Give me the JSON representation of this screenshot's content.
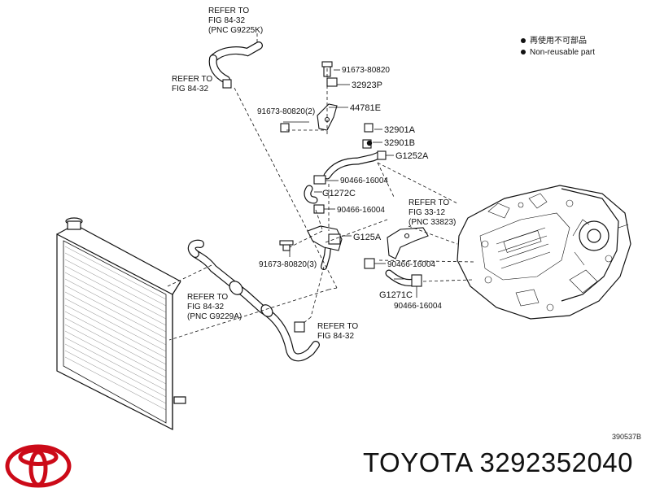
{
  "legend": {
    "reusable": "再使用不可部品",
    "non_reusable": "Non-reusable part"
  },
  "refs": {
    "top": [
      "REFER TO",
      "FIG 84-32",
      "(PNC G9225K)"
    ],
    "upper_left": [
      "REFER TO",
      "FIG 84-32"
    ],
    "mid_left": [
      "REFER TO",
      "FIG 84-32",
      "(PNC G9229A)"
    ],
    "bottom": [
      "REFER TO",
      "FIG 84-32"
    ],
    "right": [
      "REFER TO",
      "FIG 33-12",
      "(PNC 33823)"
    ]
  },
  "parts": {
    "bolt_top": "91673-80820",
    "p32923P": "32923P",
    "bolt_2": "91673-80820(2)",
    "p44781E": "44781E",
    "p32901A": "32901A",
    "p32901B": "32901B",
    "pG1252A": "G1252A",
    "clip_1": "90466-16004",
    "pG1272C": "G1272C",
    "clip_2": "90466-16004",
    "pG125A": "G125A",
    "bolt_3": "91673-80820(3)",
    "clip_3": "90466-16004",
    "pG1271C": "G1271C",
    "clip_4": "90466-16004"
  },
  "diagram_id": "390537B",
  "brand_part": "TOYOTA 3292352040",
  "colors": {
    "ink": "#111111",
    "background": "#ffffff"
  }
}
